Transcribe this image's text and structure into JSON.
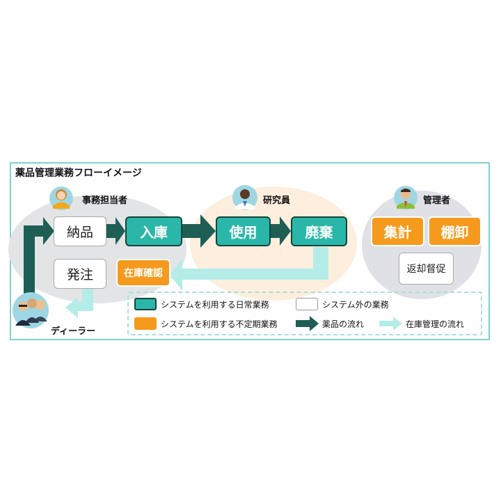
{
  "title": "薬品管理業務フローイメージ",
  "roles": {
    "clerk": "事務担当者",
    "researcher": "研究員",
    "manager": "管理者",
    "dealer": "ディーラー"
  },
  "boxes": {
    "nouhin": "納品",
    "hacchu": "発注",
    "nyuko": "入庫",
    "shiyou": "使用",
    "haiki": "廃棄",
    "zaiko_kakunin": "在庫確認",
    "shukei": "集計",
    "tanaoroshi": "棚卸",
    "henkyaku": "返却督促"
  },
  "legend": {
    "daily": "システムを利用する日常業務",
    "irregular": "システムを利用する不定期業務",
    "outside": "システム外の業務",
    "drug_flow": "薬品の流れ",
    "inventory_flow": "在庫管理の流れ"
  },
  "colors": {
    "teal": "#2ab7a9",
    "dark_teal": "#1f5e54",
    "orange": "#f59a1c",
    "light_teal": "#b4ece8",
    "frame": "#7fd1cc"
  }
}
